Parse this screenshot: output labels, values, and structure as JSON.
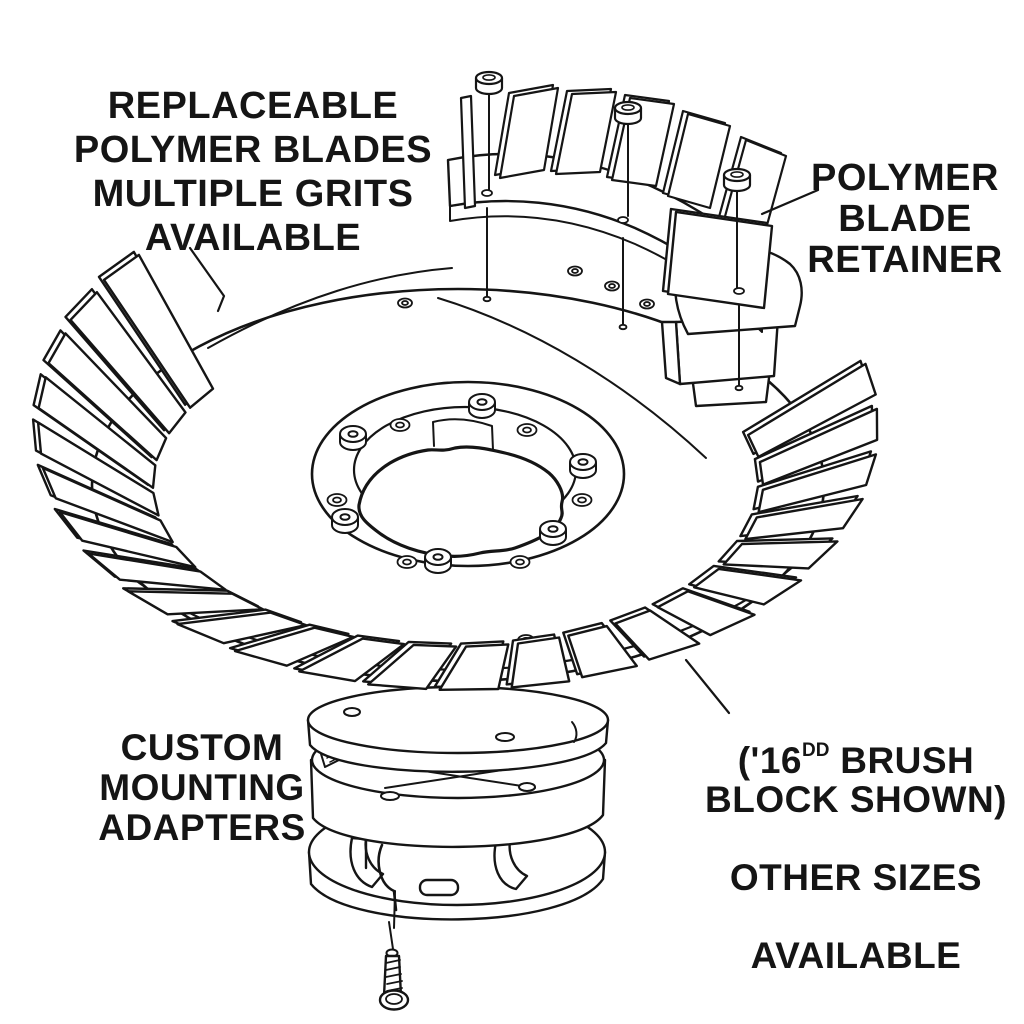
{
  "page": {
    "title": "Brush block exploded parts diagram"
  },
  "labels": {
    "blades": {
      "text": "REPLACEABLE\nPOLYMER BLADES\nMULTIPLE GRITS\nAVAILABLE"
    },
    "retainer": {
      "text": "POLYMER\nBLADE\nRETAINER"
    },
    "adapters": {
      "text": "CUSTOM\nMOUNTING\nADAPTERS"
    },
    "size_note": {
      "l1a": "('16",
      "l1sup": "DD",
      "l1b": " BRUSH",
      "l2": "BLOCK SHOWN)",
      "l3": "OTHER SIZES",
      "l4": "AVAILABLE"
    }
  },
  "diagram": {
    "parts": [
      "polymer-blade-ring",
      "polymer-blade-retainer",
      "retainer-screws",
      "brush-block-disc",
      "hub-mounting-ring",
      "custom-mounting-adapters",
      "adapter-mounting-screw"
    ]
  },
  "colors": {
    "ink": "#151515",
    "paper": "#ffffff"
  }
}
